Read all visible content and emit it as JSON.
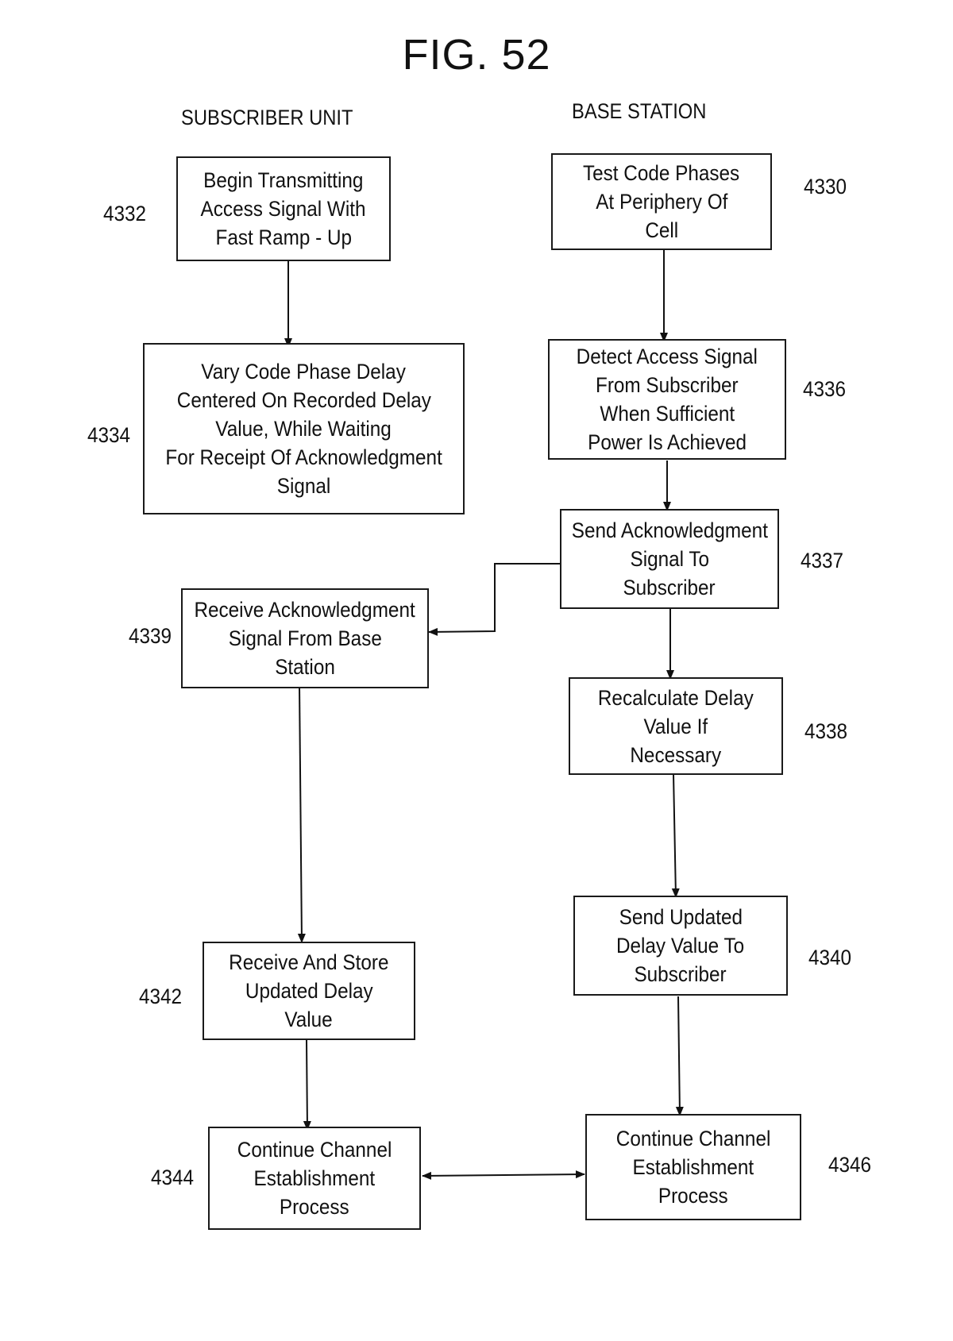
{
  "figure": {
    "title": "FIG. 52"
  },
  "columns": {
    "left": "SUBSCRIBER UNIT",
    "right": "BASE STATION"
  },
  "steps": {
    "s4332": {
      "ref": "4332",
      "lines": [
        "Begin Transmitting",
        "Access Signal With",
        "Fast Ramp - Up"
      ]
    },
    "s4334": {
      "ref": "4334",
      "lines": [
        "Vary Code Phase Delay",
        "Centered On Recorded Delay",
        "Value,  While Waiting",
        "For Receipt Of Acknowledgment",
        "Signal"
      ]
    },
    "s4339": {
      "ref": "4339",
      "lines": [
        "Receive Acknowledgment",
        "Signal From Base",
        "Station"
      ]
    },
    "s4342": {
      "ref": "4342",
      "lines": [
        "Receive And Store",
        "Updated Delay",
        "Value"
      ]
    },
    "s4344": {
      "ref": "4344",
      "lines": [
        "Continue Channel",
        "Establishment",
        "Process"
      ]
    },
    "s4330": {
      "ref": "4330",
      "lines": [
        "Test Code Phases",
        "At Periphery Of",
        "Cell"
      ]
    },
    "s4336": {
      "ref": "4336",
      "lines": [
        "Detect Access Signal",
        "From Subscriber",
        "When Sufficient",
        "Power Is Achieved"
      ]
    },
    "s4337": {
      "ref": "4337",
      "lines": [
        "Send Acknowledgment",
        "Signal To",
        "Subscriber"
      ]
    },
    "s4338": {
      "ref": "4338",
      "lines": [
        "Recalculate Delay",
        "Value If",
        "Necessary"
      ]
    },
    "s4340": {
      "ref": "4340",
      "lines": [
        "Send Updated",
        "Delay Value To",
        "Subscriber"
      ]
    },
    "s4346": {
      "ref": "4346",
      "lines": [
        "Continue Channel",
        "Establishment",
        "Process"
      ]
    }
  },
  "connections": [
    {
      "from": "4332",
      "to": "4334",
      "type": "arrow"
    },
    {
      "from": "4330",
      "to": "4336",
      "type": "arrow"
    },
    {
      "from": "4336",
      "to": "4337",
      "type": "arrow"
    },
    {
      "from": "4337",
      "to": "4339",
      "type": "arrow"
    },
    {
      "from": "4337",
      "to": "4338",
      "type": "arrow"
    },
    {
      "from": "4339",
      "to": "4342",
      "type": "arrow"
    },
    {
      "from": "4338",
      "to": "4340",
      "type": "arrow"
    },
    {
      "from": "4342",
      "to": "4344",
      "type": "arrow"
    },
    {
      "from": "4340",
      "to": "4346",
      "type": "arrow"
    },
    {
      "from": "4344",
      "to": "4346",
      "type": "bidirectional"
    }
  ]
}
